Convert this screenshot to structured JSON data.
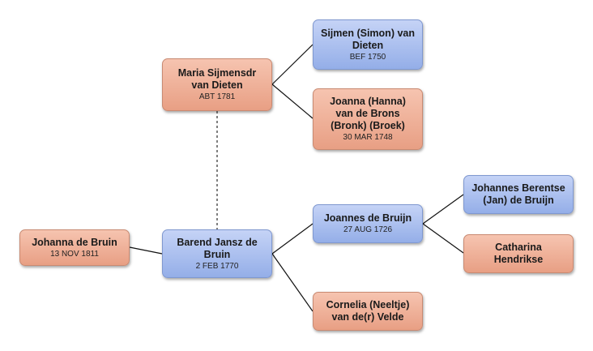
{
  "people": {
    "child": {
      "name": "Johanna de Bruin",
      "date": "13 NOV 1811"
    },
    "subject": {
      "name": "Barend Jansz de Bruin",
      "date": "2 FEB 1770"
    },
    "spouse": {
      "name": "Maria Sijmensdr van Dieten",
      "date": "ABT 1781"
    },
    "sp_father": {
      "name": "Sijmen (Simon) van Dieten",
      "date": "BEF 1750"
    },
    "sp_mother": {
      "name": "Joanna (Hanna) van de Brons (Bronk) (Broek)",
      "date": "30 MAR 1748"
    },
    "father": {
      "name": "Joannes de Bruijn",
      "date": "27 AUG 1726"
    },
    "mother": {
      "name": "Cornelia (Neeltje) van de(r) Velde",
      "date": ""
    },
    "gf_father": {
      "name": "Johannes Berentse (Jan) de Bruijn",
      "date": ""
    },
    "gf_mother": {
      "name": "Catharina Hendrikse",
      "date": ""
    }
  },
  "colors": {
    "female": "#ef ab92",
    "male": "#a9bdf0",
    "line": "#111111"
  }
}
